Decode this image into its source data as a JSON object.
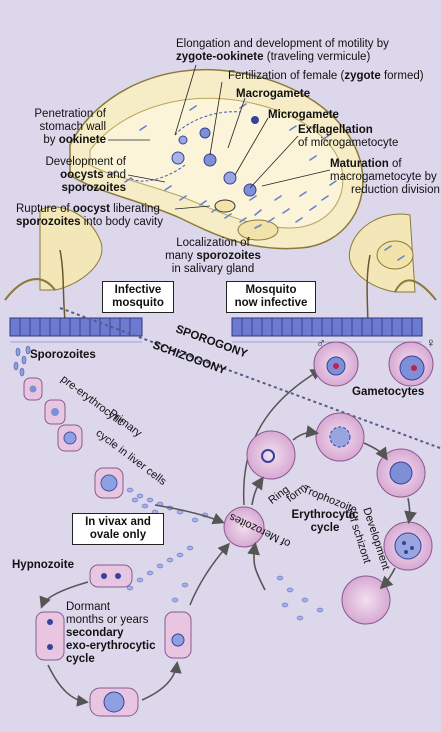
{
  "labels": {
    "elongation_l1": "Elongation and development of motility by",
    "elongation_b": "zygote-ookinete",
    "elongation_l2": " (traveling vermicule)",
    "fert_a": "Fertilization of female (",
    "fert_b": "zygote",
    "fert_c": " formed)",
    "macrogamete": "Macrogamete",
    "microgamete": "Microgamete",
    "exflag_b": "Exflagellation",
    "exflag_l2": "of microgametocyte",
    "maturation_b": "Maturation",
    "maturation_a": " of",
    "maturation_l2": "macrogametocyte by",
    "maturation_l3": "reduction division",
    "penetration_l1": "Penetration of",
    "penetration_l2": "stomach wall",
    "penetration_a": "by ",
    "penetration_b": "ookinete",
    "dev_l1": "Development of",
    "dev_b1": "oocysts",
    "dev_a": " and",
    "dev_b2": "sporozoites",
    "rupture_a": "Rupture of ",
    "rupture_b": "oocyst",
    "rupture_c": " liberating",
    "rupture_d": "sporozoites",
    "rupture_e": " into body cavity",
    "local_l1": "Localization of",
    "local_a": "many ",
    "local_b": "sporozoites",
    "local_l3": "in salivary gland",
    "infective_l1": "Infective",
    "infective_l2": "mosquito",
    "nowinf_l1": "Mosquito",
    "nowinf_l2": "now infective",
    "sporogony": "SPOROGONY",
    "schizogony": "SCHIZOGONY",
    "sporozoites": "Sporozoites",
    "pre_l1": "pre-erythrocytic",
    "pre_l2": "Primary",
    "pre_l3": "cycle in liver cells",
    "vivax_l1": "In vivax and",
    "vivax_l2": "ovale only",
    "hypnozoite": "Hypnozoite",
    "dormant_l1": "Dormant",
    "dormant_l2": "months or years",
    "secondary_l1": "secondary",
    "secondary_l2": "exo-erythrocytic",
    "secondary_l3": "cycle",
    "gametocytes": "Gametocytes",
    "male_symbol": "♂",
    "female_symbol": "♀",
    "ring_l1": "Ring",
    "ring_l2": "form",
    "trophozoite": "Trophozoite",
    "ery_l1": "Erythrocytic",
    "ery_l2": "cycle",
    "dev_schizont_l1": "Development",
    "dev_schizont_l2": "of schizont",
    "merozoites": "of Merozoites"
  },
  "colors": {
    "background": "#ddd7ec",
    "mosquito_body": "#f6edc6",
    "mosquito_outline": "#8a7a3a",
    "cell_pink": "#e8c6e2",
    "cell_outline": "#8a5a8e",
    "skin_blue": "#5c6cc4",
    "parasite_blue": "#4a5fb8"
  }
}
